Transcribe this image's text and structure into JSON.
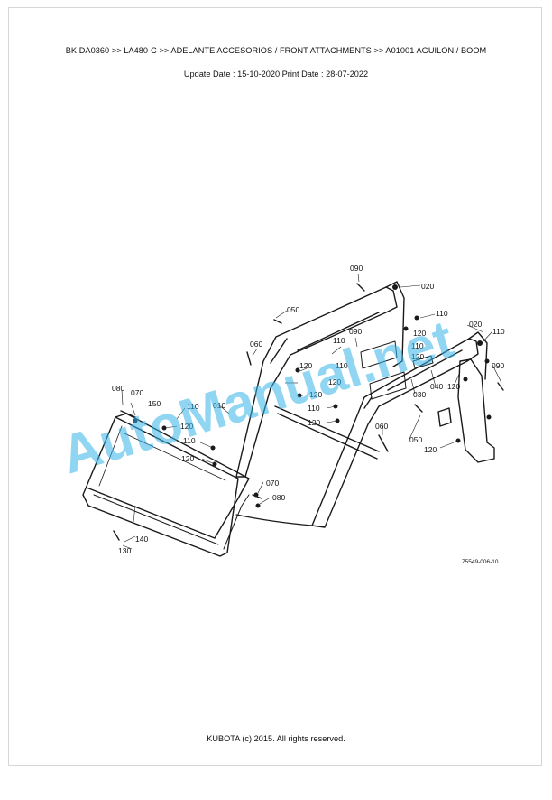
{
  "header": {
    "breadcrumb": "BKIDA0360 >> LA480-C >> ADELANTE ACCESORIOS / FRONT ATTACHMENTS >> A01001   AGUILON / BOOM",
    "dates": "Update Date : 15-10-2020   Print Date : 28-07-2022"
  },
  "diagram": {
    "figure_number": "75549-006-10",
    "callouts": [
      "090",
      "020",
      "050",
      "110",
      "060",
      "090",
      "110",
      "120",
      "110",
      "020",
      "110",
      "120",
      "120",
      "120",
      "110",
      "120",
      "090",
      "030",
      "040",
      "120",
      "080",
      "070",
      "150",
      "110",
      "120",
      "010",
      "060",
      "110",
      "050",
      "110",
      "120",
      "120",
      "070",
      "080",
      "140",
      "130",
      "120"
    ]
  },
  "watermark": "AutoManual.net",
  "footer": {
    "copyright": "KUBOTA (c) 2015. All rights reserved."
  }
}
